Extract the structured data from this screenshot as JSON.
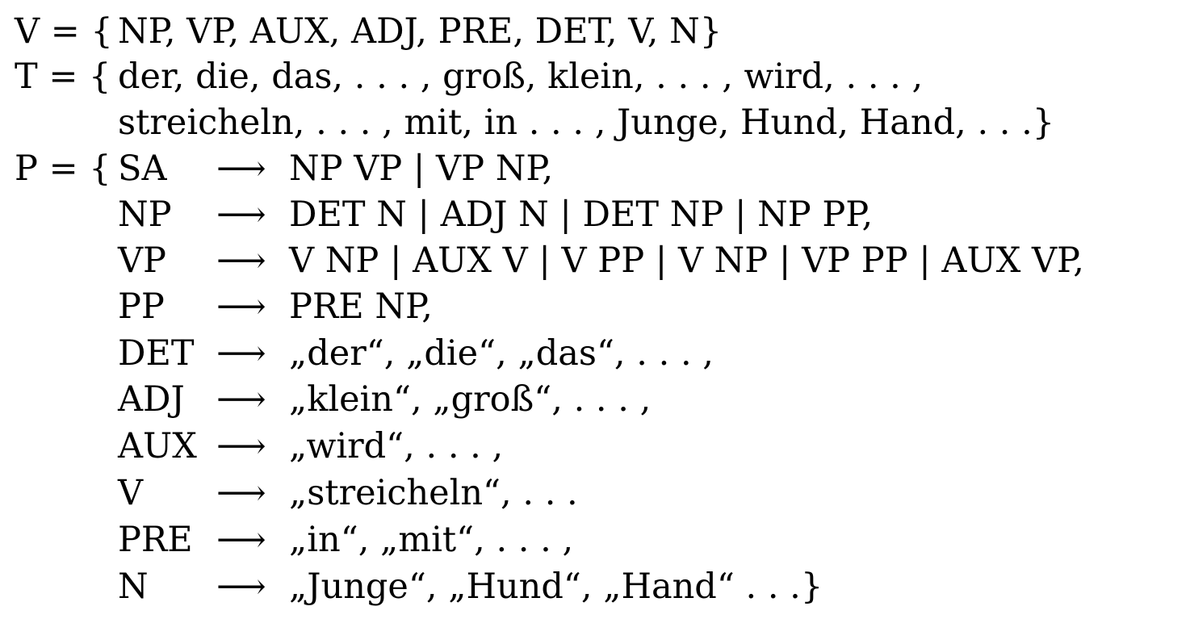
{
  "grammar": {
    "V": {
      "lhs": "V = {",
      "text": "NP, VP, AUX, ADJ, PRE, DET, V, N}"
    },
    "T": {
      "lhs": "T = {",
      "line1": "der, die, das, . . . , groß, klein, . . . , wird, . . . ,",
      "line2": "streicheln, . . . , mit, in . . . , Junge, Hund, Hand, . . .}"
    },
    "P": {
      "lhs": "P = {",
      "arrow": "⟶",
      "rules": [
        {
          "nt": "SA",
          "rhs": "NP VP | VP NP,"
        },
        {
          "nt": "NP",
          "rhs": "DET N | ADJ N | DET NP | NP PP,"
        },
        {
          "nt": "VP",
          "rhs": "V NP | AUX V | V PP | V NP | VP PP | AUX VP,"
        },
        {
          "nt": "PP",
          "rhs": "PRE NP,"
        },
        {
          "nt": "DET",
          "rhs": "„der“, „die“, „das“, . . . ,"
        },
        {
          "nt": "ADJ",
          "rhs": "„klein“, „groß“, . . . ,"
        },
        {
          "nt": "AUX",
          "rhs": "„wird“, . . . ,"
        },
        {
          "nt": "V",
          "rhs": "„streicheln“, . . ."
        },
        {
          "nt": "PRE",
          "rhs": "„in“, „mit“, . . . ,"
        },
        {
          "nt": "N",
          "rhs": "„Junge“, „Hund“, „Hand“ . . .}"
        }
      ]
    }
  }
}
